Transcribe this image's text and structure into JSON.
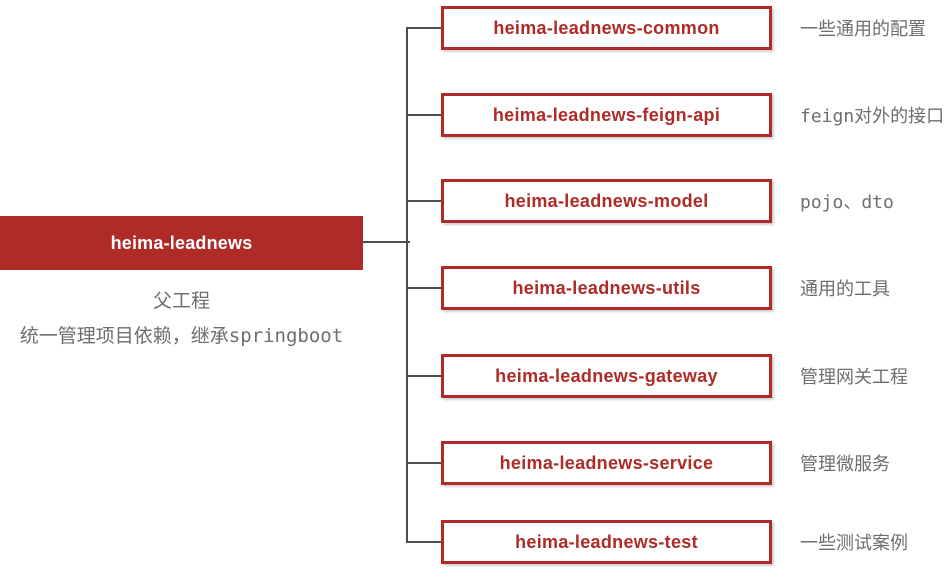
{
  "colors": {
    "brand_red": "#ae2b27",
    "connector_gray": "#4d4d4d",
    "note_gray": "#6e6e6e",
    "background": "#ffffff"
  },
  "root": {
    "title": "heima-leadnews",
    "caption_line1": "父工程",
    "caption_line2": "统一管理项目依赖，继承springboot"
  },
  "children": [
    {
      "title": "heima-leadnews-common",
      "note": "一些通用的配置"
    },
    {
      "title": "heima-leadnews-feign-api",
      "note": "feign对外的接口"
    },
    {
      "title": "heima-leadnews-model",
      "note": "pojo、dto"
    },
    {
      "title": "heima-leadnews-utils",
      "note": "通用的工具"
    },
    {
      "title": "heima-leadnews-gateway",
      "note": "管理网关工程"
    },
    {
      "title": "heima-leadnews-service",
      "note": "管理微服务"
    },
    {
      "title": "heima-leadnews-test",
      "note": "一些测试案例"
    }
  ]
}
